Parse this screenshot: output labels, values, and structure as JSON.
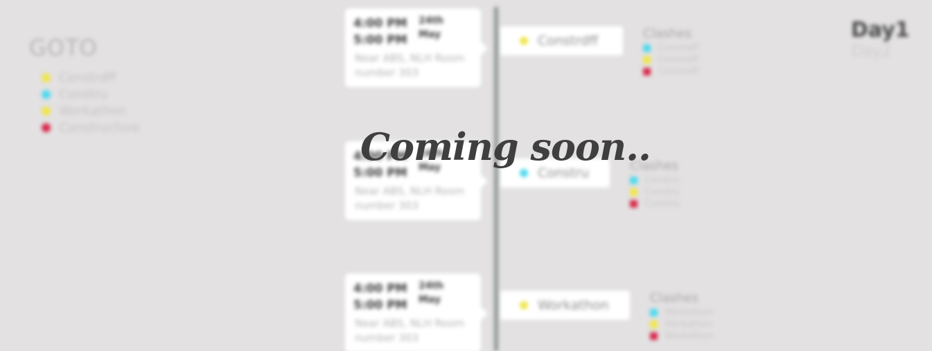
{
  "goto": {
    "title": "GOTO",
    "items": [
      {
        "label": "Constrdff",
        "color": "#f0e64a"
      },
      {
        "label": "Constru",
        "color": "#4fd9ef"
      },
      {
        "label": "Workathon",
        "color": "#f0e64a"
      },
      {
        "label": "Constructure",
        "color": "#d72a4a"
      }
    ]
  },
  "days": {
    "active": "Day1",
    "other": "Day2"
  },
  "events": [
    {
      "time_start": "4:00 PM",
      "time_end": "5:00 PM",
      "date": "24th May",
      "location": "Near ABS, NLH Room number 303",
      "event": {
        "label": "Constrdff",
        "color": "#f0e64a"
      },
      "clashes_title": "Clashes",
      "clashes": [
        {
          "label": "Constrdff",
          "color": "#4fd9ef"
        },
        {
          "label": "Constrdff",
          "color": "#f0e64a"
        },
        {
          "label": "Constrdff",
          "color": "#d72a4a"
        }
      ]
    },
    {
      "time_start": "4:00 PM",
      "time_end": "5:00 PM",
      "date": "24th May",
      "location": "Near ABS, NLH Room number 303",
      "event": {
        "label": "Constru",
        "color": "#4fd9ef"
      },
      "clashes_title": "Clashes",
      "clashes": [
        {
          "label": "Constru",
          "color": "#4fd9ef"
        },
        {
          "label": "Constru",
          "color": "#f0e64a"
        },
        {
          "label": "Constru",
          "color": "#d72a4a"
        }
      ]
    },
    {
      "time_start": "4:00 PM",
      "time_end": "5:00 PM",
      "date": "24th May",
      "location": "Near ABS, NLH Room number 303",
      "event": {
        "label": "Workathon",
        "color": "#f0e64a"
      },
      "clashes_title": "Clashes",
      "clashes": [
        {
          "label": "Workathon",
          "color": "#4fd9ef"
        },
        {
          "label": "Workathon",
          "color": "#f0e64a"
        },
        {
          "label": "Workathon",
          "color": "#d72a4a"
        }
      ]
    }
  ],
  "overlay": {
    "message": "Coming soon.."
  }
}
